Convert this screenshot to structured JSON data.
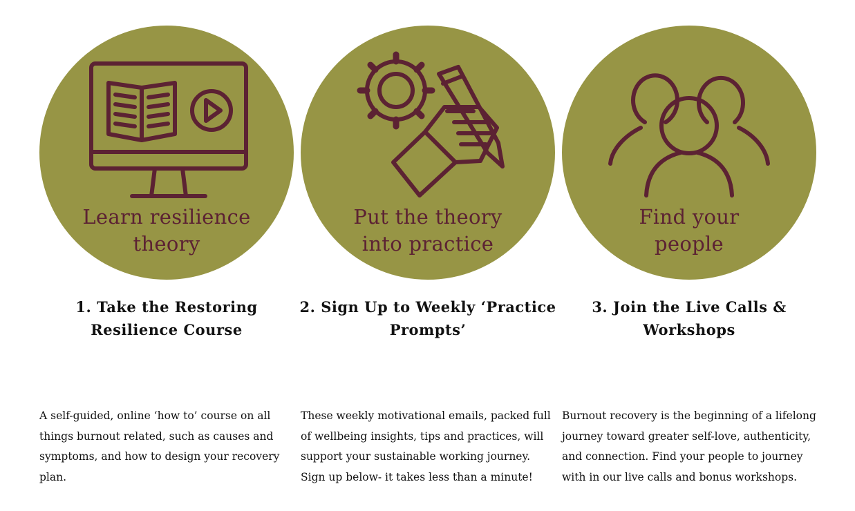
{
  "colors": {
    "circle": "#979545",
    "icon_stroke": "#5c2233",
    "text": "#111111"
  },
  "cards": [
    {
      "icon": "monitor-book-play-icon",
      "caption_lines": [
        "Learn resilience",
        "theory"
      ],
      "title": "1. Take the Restoring Resilience Course",
      "description": "A self-guided, online ‘how to’ course on all things burnout related, such as causes and symptoms, and how to design your recovery plan."
    },
    {
      "icon": "gear-hand-pencil-icon",
      "caption_lines": [
        "Put the theory",
        "into practice"
      ],
      "title": "2. Sign Up to Weekly ‘Practice Prompts’",
      "description": "These weekly motivational emails, packed full of wellbeing insights, tips and practices, will support your sustainable working journey. Sign up below- it takes less than a minute!"
    },
    {
      "icon": "people-group-icon",
      "caption_lines": [
        "Find your",
        "people"
      ],
      "title": "3. Join the Live Calls & Workshops",
      "description": "Burnout recovery is the beginning of a lifelong journey toward greater self-love, authenticity, and connection. Find your people to journey with in our live calls and bonus workshops."
    }
  ]
}
